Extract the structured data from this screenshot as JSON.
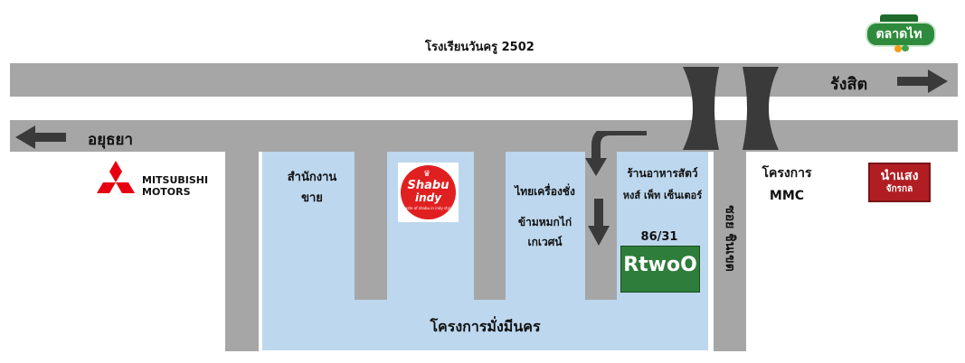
{
  "map": {
    "school_label": "โรงเรียนวันครู 2502",
    "market_logo_text": "ตลาดไท",
    "to_rangsit_label": "รังสิต",
    "to_ayutthaya_label": "อยุธยา",
    "mitsubishi_name_line1": "MITSUBISHI",
    "mitsubishi_name_line2": "MOTORS",
    "sales_office_line1": "สำนักงาน",
    "sales_office_line2": "ขาย",
    "shabu_logo_line1": "Shabu",
    "shabu_logo_line2": "indy",
    "shabu_logo_tagline": "taste of shabu in indy style",
    "thai_krueng_sing_line1": "ไทยเครื่องชั่ง",
    "cross_line1": "ข้ามหมกไก่",
    "cross_line2": "เกเวศน์",
    "pet_restaurant_line1": "ร้านอาหารสัตว์",
    "pet_restaurant_line2": "หงส์ เพ็ท เซ็นเตอร์",
    "address_number": "86/31",
    "rtwo_logo_text": "RtwoO",
    "soi_label": "ซอย ชินเขต",
    "mmc_line1": "โครงการ",
    "mmc_line2": "MMC",
    "numsaeng_line1": "นำแสง",
    "numsaeng_line2": "จักรกล",
    "project_name": "โครงการมั่งมีนคร"
  },
  "colors": {
    "road": "#a6a6a6",
    "project_block": "#bdd7ee",
    "arrow_black": "#3a3a3a",
    "mitsubishi_red": "#e60012",
    "market_green": "#2e8b3d",
    "shabu_red": "#e02020",
    "rtwo_green": "#2e7d3a",
    "numsaeng_red": "#b01e23"
  }
}
